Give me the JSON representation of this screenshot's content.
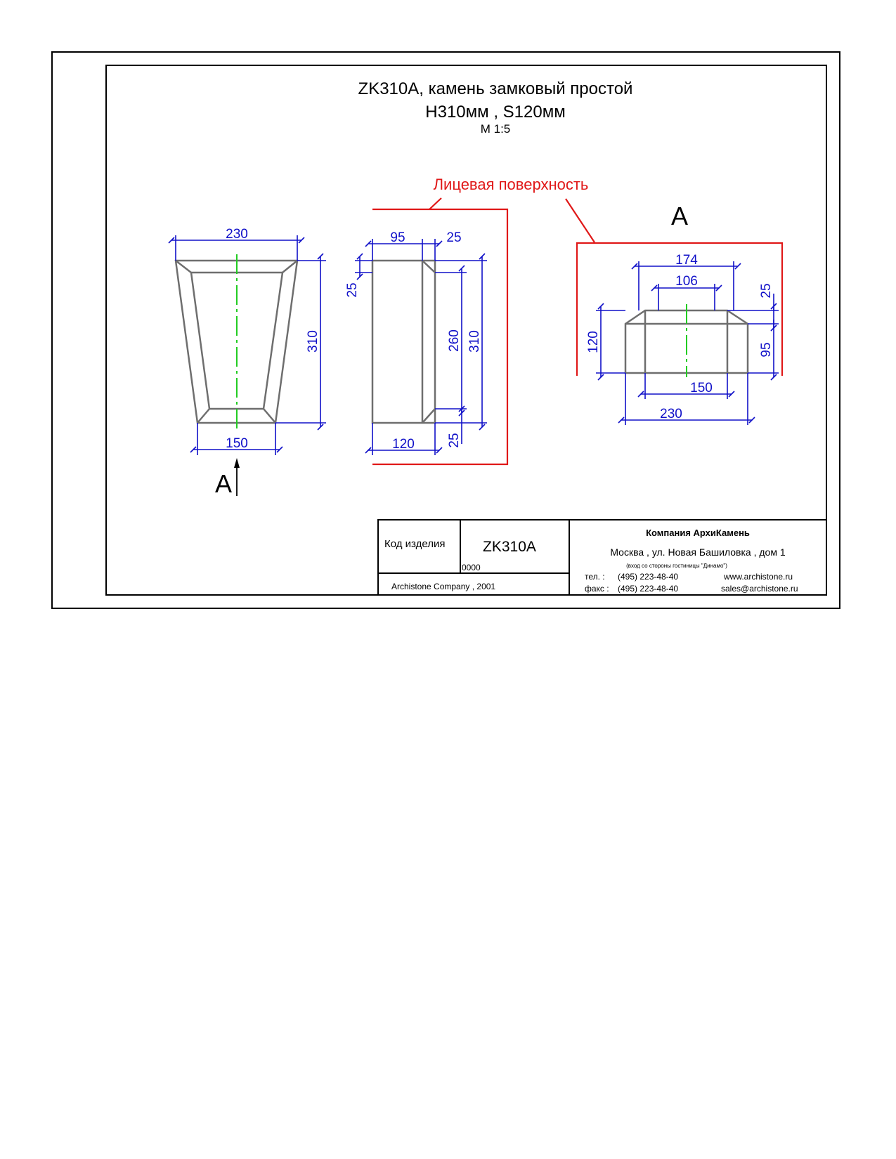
{
  "title": {
    "line1": "ZK310A, камень замковый простой",
    "line2": "H310мм , S120мм",
    "scale": "M 1:5"
  },
  "face_label": "Лицевая поверхность",
  "section_label": "A",
  "view_arrow_label": "A",
  "front_view": {
    "top": "230",
    "height": "310",
    "bottom": "150"
  },
  "side_view": {
    "top_left": "95",
    "top_right": "25",
    "left_top": "25",
    "inner": "260",
    "height": "310",
    "bottom": "120",
    "bottom_right": "25"
  },
  "section_view": {
    "w174": "174",
    "w106": "106",
    "h25": "25",
    "h120": "120",
    "h95": "95",
    "w150": "150",
    "w230": "230"
  },
  "title_block": {
    "code_label": "Код изделия",
    "code_value": "ZK310A",
    "code_sub": "0000",
    "copyright": "Archistone  Company ,  2001",
    "company": "Компания  АрхиКамень",
    "address": "Москва , ул. Новая Башиловка , дом 1",
    "address_note": "(вход со стороны гостиницы \"Динамо\")",
    "phone_label": "тел.   :",
    "phone": "(495) 223-48-40",
    "fax_label": "факс :",
    "fax": "(495) 223-48-40",
    "website": "www.archistone.ru",
    "email": "sales@archistone.ru"
  },
  "colors": {
    "dimension": "#1010c8",
    "face_line": "#e01818",
    "axis": "#22cc22",
    "outline": "#6e6e6e"
  }
}
